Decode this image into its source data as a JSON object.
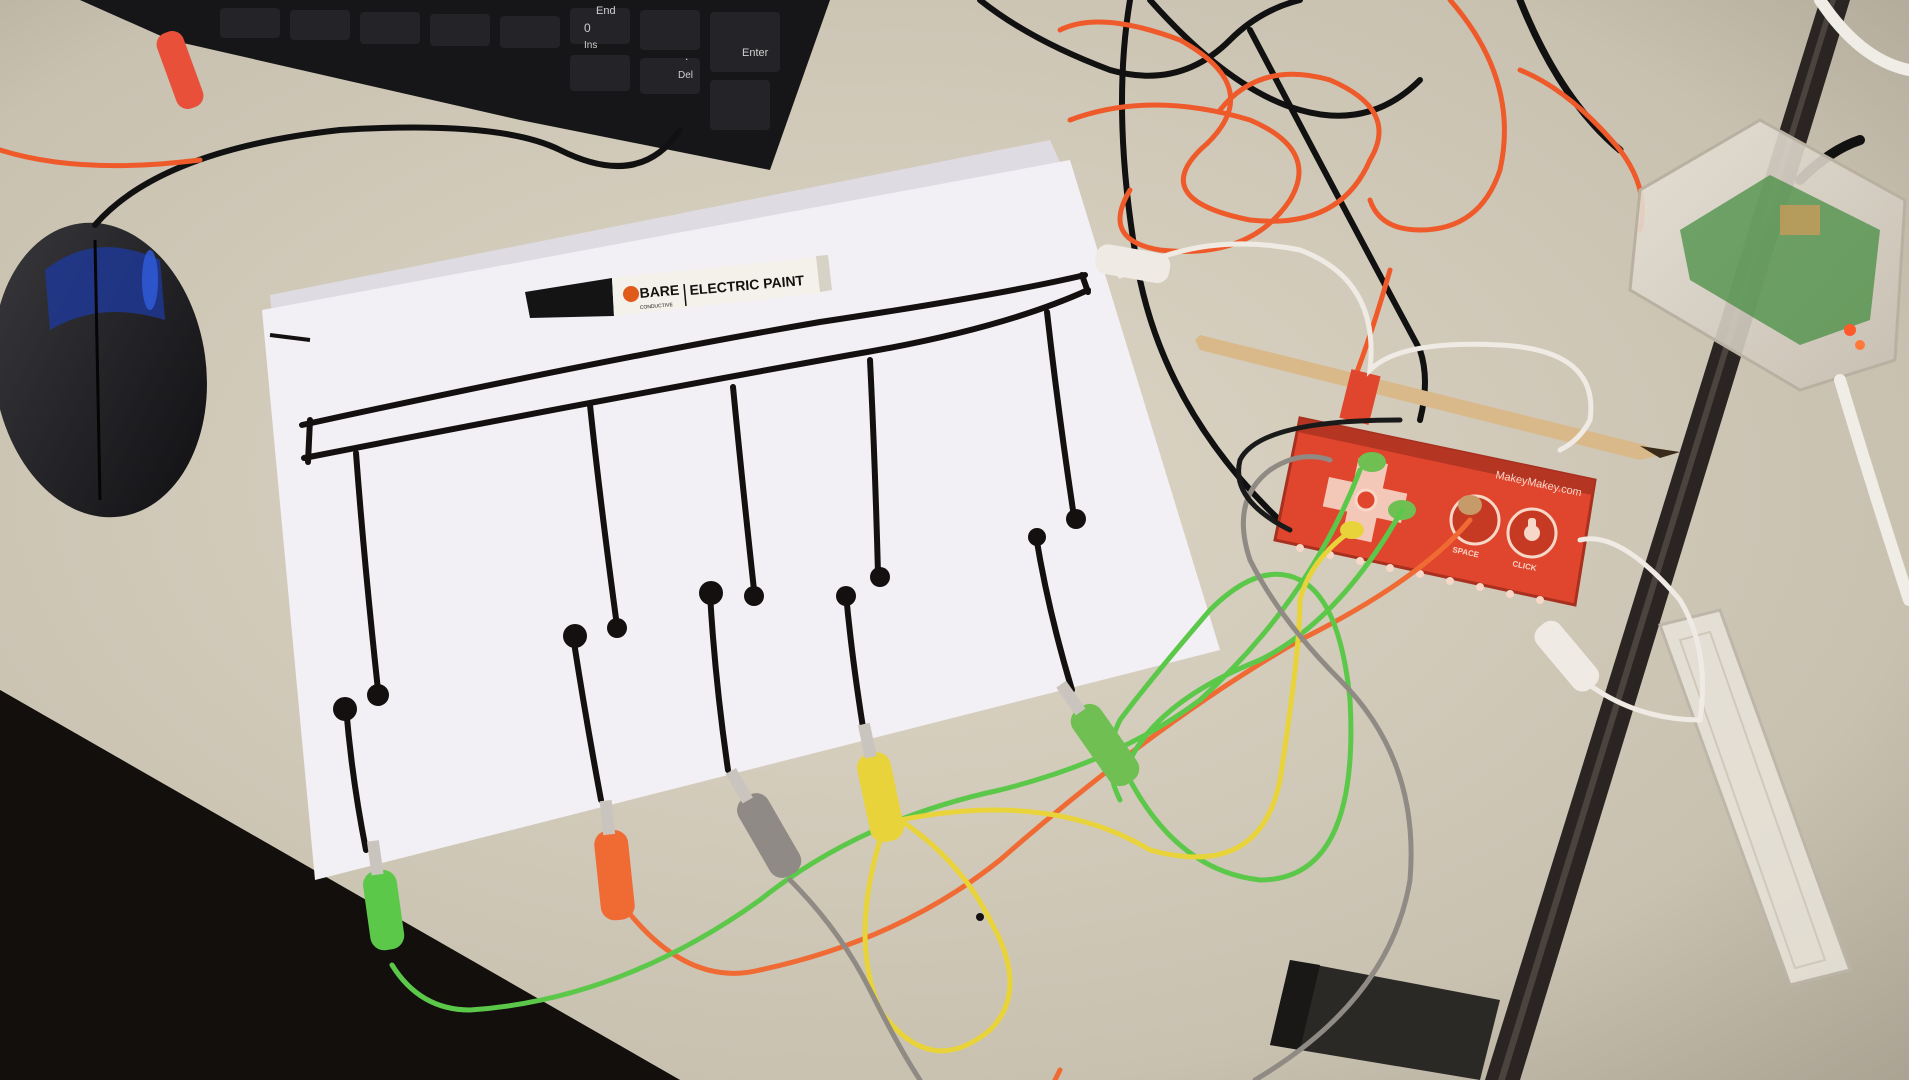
{
  "marker": {
    "brand": "BARE",
    "brand_sub": "CONDUCTIVE",
    "label": "ELECTRIC PAINT"
  },
  "board": {
    "name": "MakeyMakey.com",
    "space_label": "SPACE",
    "click_label": "CLICK"
  },
  "keyboard": {
    "key_end": "End",
    "key_enter": "Enter",
    "key_ins": "Ins",
    "key_del": "Del",
    "key_zero": "0",
    "key_dot": "."
  },
  "colors": {
    "desk": "#cfc8b8",
    "paper": "#f2f0f4",
    "ink": "#141010",
    "board_red": "#d9412e",
    "wire_orange": "#f0582a",
    "wire_green": "#5cc84a",
    "wire_yellow": "#e8d43a",
    "wire_grey": "#8a8580",
    "wire_white": "#e8e4de",
    "wire_black": "#1a1a1a"
  }
}
